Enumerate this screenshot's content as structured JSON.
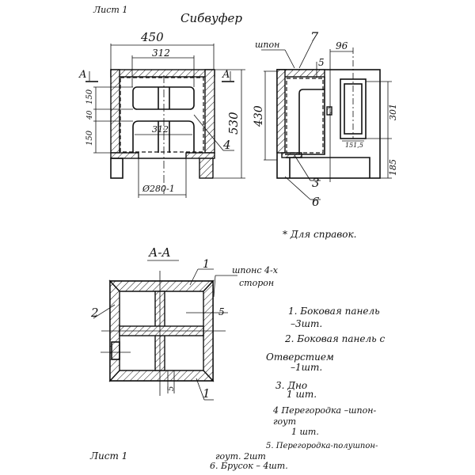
{
  "sheet_top": "Лист 1",
  "sheet_bottom": "Лист 1",
  "title": "Сибвуфер",
  "front_view": {
    "dim_width": "450",
    "dim_inner": "312",
    "dim_inner_lower": "312",
    "dim_150_top": "150",
    "dim_40": "40",
    "dim_150_bottom": "150",
    "dim_height": "530",
    "dim_hole": "Ø280-1",
    "section_mark_left": "A",
    "section_mark_right": "A",
    "callout_4": "4"
  },
  "side_view": {
    "veneer": "шпон",
    "callout_7": "7",
    "dim_5": "5",
    "dim_96": "96",
    "dim_430": "430",
    "dim_301": "301",
    "dim_151": "151,5",
    "dim_185": "185",
    "callout_3": "3",
    "callout_6": "6"
  },
  "note_reference": "* Для справок.",
  "section": {
    "title": "А-А",
    "callout_1_top": "1",
    "callout_2": "2",
    "callout_1_bottom": "1",
    "dim_5_right": "5",
    "dim_5_bottom": "5",
    "veneer_line1": "шпонс 4-х",
    "veneer_line2": "сторон"
  },
  "parts_list": [
    "1. Боковая панель",
    "–3шт.",
    "2. Боковая панель с",
    "Отверстием",
    "–1шт.",
    "3. Дно",
    "1 шт.",
    "4 Перегородка –шпон-",
    "гоут",
    "1 шт.",
    "5. Перегородка-полушпон-",
    "гоут.   2шт",
    "6. Брусок  – 4шт."
  ]
}
